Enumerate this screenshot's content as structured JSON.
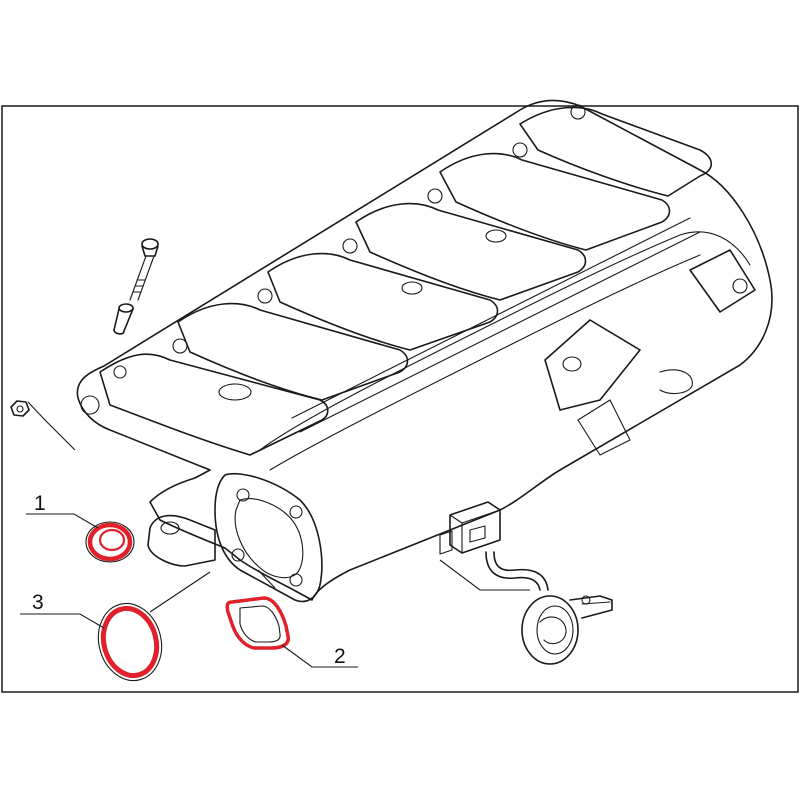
{
  "callouts": [
    {
      "id": "1",
      "label": "1",
      "part": "gasket-ring-small"
    },
    {
      "id": "2",
      "label": "2",
      "part": "gasket-rectangular"
    },
    {
      "id": "3",
      "label": "3",
      "part": "gasket-ring-large"
    }
  ],
  "colors": {
    "gasket_highlight": "#e0202a",
    "line_art": "#1a1a1a",
    "frame": "#1a1a1a",
    "background": "#ffffff"
  }
}
